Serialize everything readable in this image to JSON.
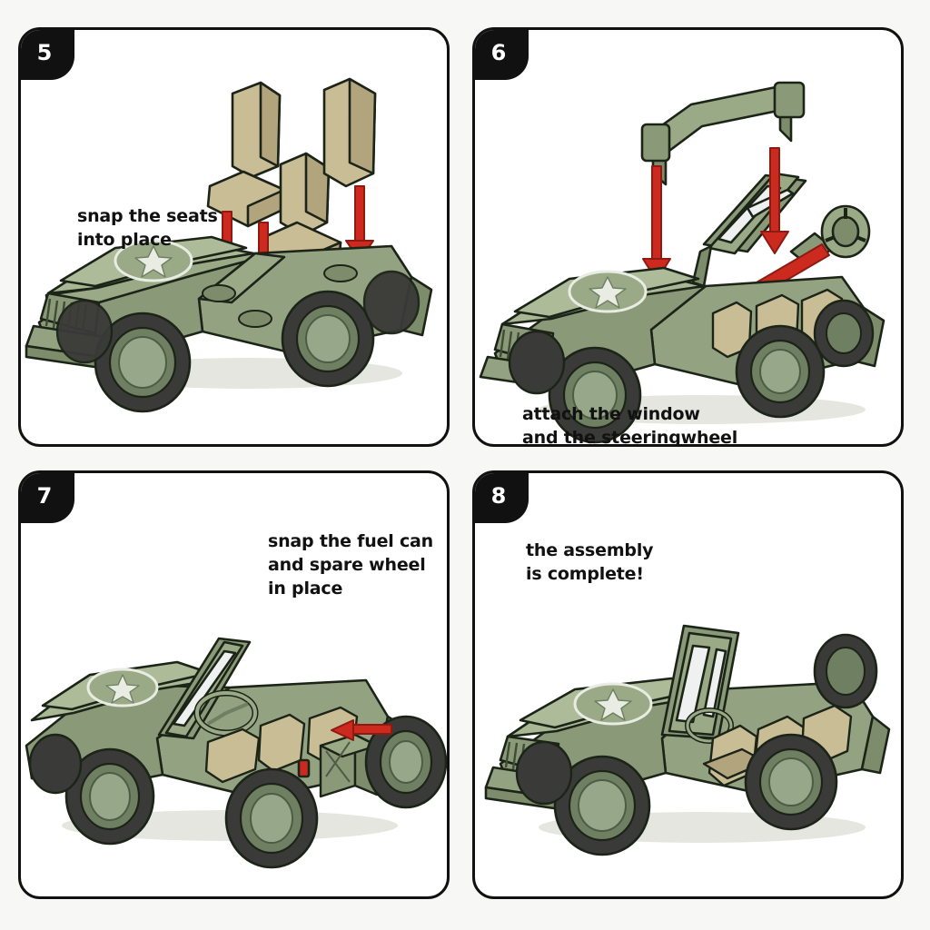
{
  "document": {
    "kind": "assembly-instruction-sheet",
    "subject": "military jeep toy model",
    "background_color": "#f7f7f5",
    "panel_border_color": "#111111",
    "panel_fill_color": "#ffffff"
  },
  "palette": {
    "olive_body": "#93a382",
    "olive_light": "#a9b795",
    "olive_mid": "#8a9a78",
    "olive_dark": "#6f8062",
    "olive_deep": "#5c6b51",
    "outline": "#1c2418",
    "seat_tan": "#c9bd96",
    "seat_tan_dark": "#a99c77",
    "tire_black": "#3a3a38",
    "tire_tread": "#2a2a28",
    "hub_green": "#8fa083",
    "arrow_red": "#cc2a1e",
    "arrow_red_dark": "#8e1a12",
    "glass": "#eef1f0",
    "star_white": "#e8ece2",
    "shadow": "#e2e2de"
  },
  "panels": [
    {
      "number": "5",
      "caption": "snap the seats\ninto place",
      "caption_lines": [
        "snap the seats",
        "into place"
      ],
      "parts_shown": [
        "driver seat",
        "passenger seat",
        "rear bench seat"
      ],
      "arrows": 3,
      "arrow_direction": "down",
      "vehicle_state": "jeep body without seats"
    },
    {
      "number": "6",
      "caption": "attach the window\nand the steeringwheel",
      "caption_lines": [
        "attach the window",
        "and the steeringwheel"
      ],
      "parts_shown": [
        "windshield frame",
        "roll bar",
        "steering wheel with column"
      ],
      "arrows": 3,
      "arrow_direction": "down",
      "vehicle_state": "jeep body with seats installed"
    },
    {
      "number": "7",
      "caption": "snap the fuel can\nand spare wheel\nin place",
      "caption_lines": [
        "snap the fuel can",
        "and spare wheel",
        "in place"
      ],
      "parts_shown": [
        "jerry fuel can",
        "spare wheel"
      ],
      "arrows": 1,
      "arrow_direction": "left",
      "vehicle_state": "jeep with windshield, seats and steering wheel"
    },
    {
      "number": "8",
      "caption": "the assembly\nis complete!",
      "caption_lines": [
        "the assembly",
        "is complete!"
      ],
      "parts_shown": [],
      "arrows": 0,
      "arrow_direction": "none",
      "vehicle_state": "fully assembled jeep"
    }
  ]
}
